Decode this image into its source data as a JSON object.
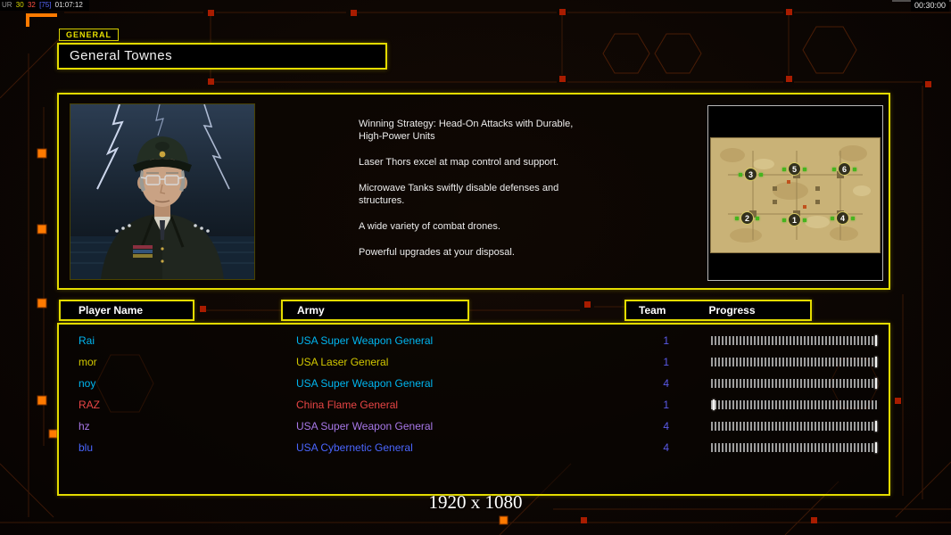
{
  "hud": {
    "perf_segments": [
      {
        "text": "UR",
        "color": "#9a9a9a"
      },
      {
        "text": "30",
        "color": "#d8d800"
      },
      {
        "text": "32",
        "color": "#ff5040"
      },
      {
        "text": "[75]",
        "color": "#5868ff"
      },
      {
        "text": "01:07:12",
        "color": "#e0e0e0"
      }
    ],
    "match_timer": "00:30:00"
  },
  "general": {
    "tab_label": "GENERAL",
    "name": "General Townes",
    "strategy": [
      "Winning Strategy: Head-On Attacks with Durable,\n High-Power Units",
      "Laser Thors excel at map control and support.",
      "Microwave Tanks swiftly disable defenses and\n structures.",
      "A wide variety of combat drones.",
      "Powerful upgrades at your disposal."
    ]
  },
  "map": {
    "markers": [
      {
        "number": "3"
      },
      {
        "number": "5"
      },
      {
        "number": "6"
      },
      {
        "number": "2"
      },
      {
        "number": "1"
      },
      {
        "number": "4"
      }
    ]
  },
  "players": {
    "headers": {
      "name": "Player Name",
      "army": "Army",
      "team": "Team",
      "progress": "Progress"
    },
    "rows": [
      {
        "name": "Rai",
        "army": "USA Super Weapon General",
        "team": "1",
        "color": "#00b6f0",
        "team_color": "#5a5ae8",
        "progress": 98
      },
      {
        "name": "mor",
        "army": "USA Laser General",
        "team": "1",
        "color": "#d2c800",
        "team_color": "#5a5ae8",
        "progress": 98
      },
      {
        "name": "noy",
        "army": "USA Super Weapon General",
        "team": "4",
        "color": "#00b6f0",
        "team_color": "#5a5ae8",
        "progress": 98
      },
      {
        "name": "RAZ",
        "army": "China Flame General",
        "team": "1",
        "color": "#e84545",
        "team_color": "#5a5ae8",
        "progress": 1
      },
      {
        "name": "hz",
        "army": "USA Super Weapon General",
        "team": "4",
        "color": "#a878e8",
        "team_color": "#5a5ae8",
        "progress": 98
      },
      {
        "name": "blu",
        "army": "USA Cybernetic General",
        "team": "4",
        "color": "#4a66ff",
        "team_color": "#5a5ae8",
        "progress": 98
      }
    ]
  },
  "footer": {
    "resolution_label": "1920 x 1080"
  },
  "colors": {
    "accent_yellow": "#e4dc00",
    "decor_orange": "#ff7a00",
    "decor_red": "#a81c00"
  }
}
